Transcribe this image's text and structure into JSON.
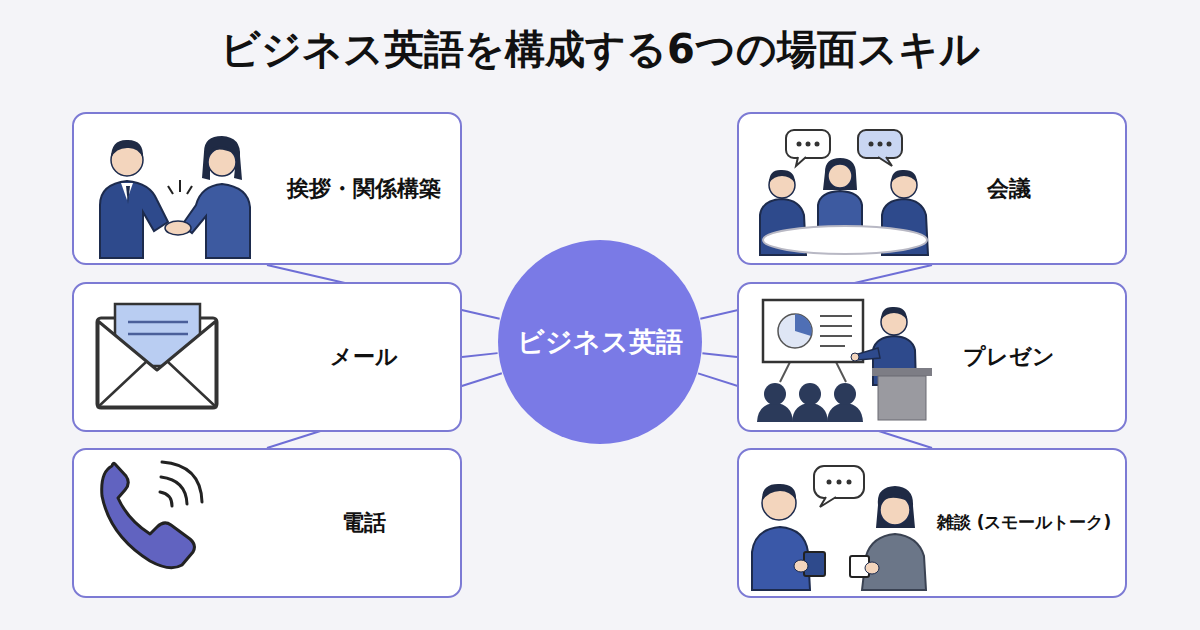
{
  "diagram": {
    "title": "ビジネス英語を構成する6つの場面スキル",
    "nodes": [
      {
        "text": [
          "挨拶・関係構築"
        ]
      },
      {
        "text": [
          "会議"
        ]
      },
      {
        "text": [
          "メール"
        ]
      },
      {
        "text": [
          "ビジネス英語"
        ]
      },
      {
        "text": [
          "プレゼン"
        ]
      },
      {
        "text": [
          "電話"
        ]
      },
      {
        "text": [
          "雑談 (スモールトーク)"
        ]
      }
    ],
    "edges": [
      {
        "from": 3,
        "to": 0,
        "arrow": "none"
      },
      {
        "from": 3,
        "to": 1,
        "arrow": "none"
      },
      {
        "from": 3,
        "to": 2,
        "arrow": "none"
      },
      {
        "from": 3,
        "to": 4,
        "arrow": "none"
      },
      {
        "from": 3,
        "to": 5,
        "arrow": "none"
      },
      {
        "from": 3,
        "to": 6,
        "arrow": "none"
      }
    ]
  }
}
